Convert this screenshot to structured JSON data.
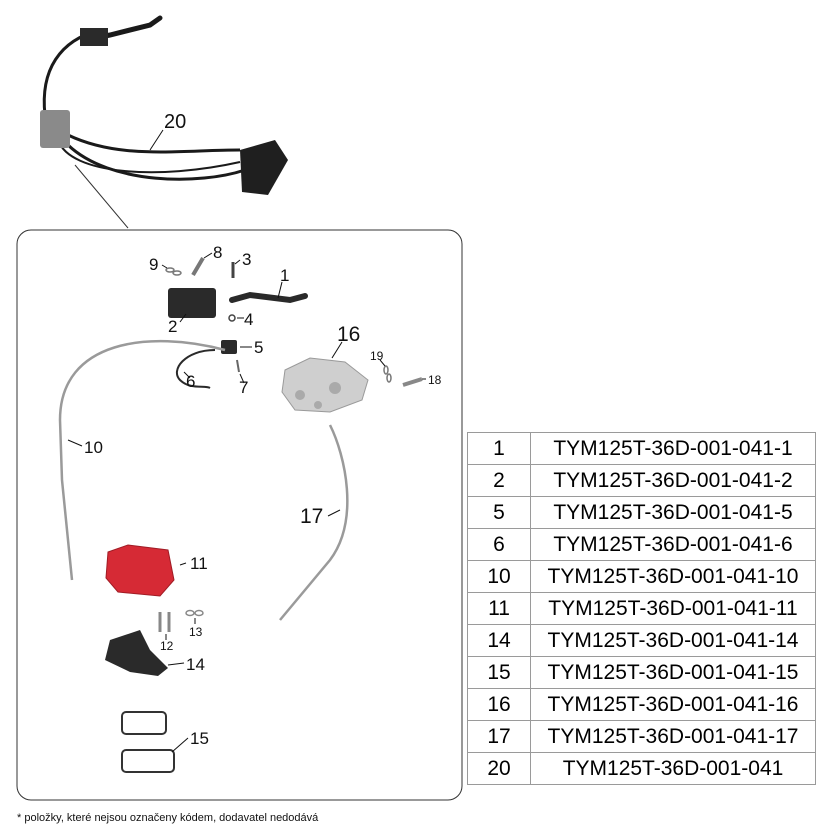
{
  "callouts": {
    "c1": "1",
    "c2": "2",
    "c3": "3",
    "c4": "4",
    "c5": "5",
    "c6": "6",
    "c7": "7",
    "c8": "8",
    "c9": "9",
    "c10": "10",
    "c11": "11",
    "c12": "12",
    "c13": "13",
    "c14": "14",
    "c15": "15",
    "c16": "16",
    "c17": "17",
    "c18": "18",
    "c19": "19",
    "c20": "20"
  },
  "parts": [
    {
      "no": "1",
      "code": "TYM125T-36D-001-041-1"
    },
    {
      "no": "2",
      "code": "TYM125T-36D-001-041-2"
    },
    {
      "no": "5",
      "code": "TYM125T-36D-001-041-5"
    },
    {
      "no": "6",
      "code": "TYM125T-36D-001-041-6"
    },
    {
      "no": "10",
      "code": "TYM125T-36D-001-041-10"
    },
    {
      "no": "11",
      "code": "TYM125T-36D-001-041-11"
    },
    {
      "no": "14",
      "code": "TYM125T-36D-001-041-14"
    },
    {
      "no": "15",
      "code": "TYM125T-36D-001-041-15"
    },
    {
      "no": "16",
      "code": "TYM125T-36D-001-041-16"
    },
    {
      "no": "17",
      "code": "TYM125T-36D-001-041-17"
    },
    {
      "no": "20",
      "code": "TYM125T-36D-001-041"
    }
  ],
  "footnote": "* položky, které nejsou označeny kódem, dodavatel nedodává",
  "colors": {
    "caliper": "#d62a35",
    "hose": "#1a1a1a",
    "braided_line": "#9a9a9a",
    "valve_body": "#cfcfcf",
    "frame": "#333333"
  }
}
